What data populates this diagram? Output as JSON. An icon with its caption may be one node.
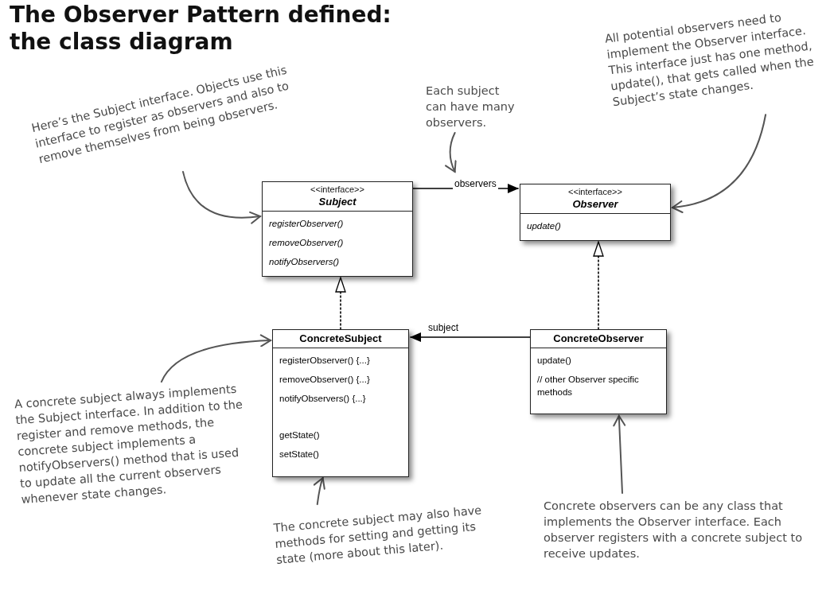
{
  "diagram": {
    "title": "The Observer Pattern defined: the class diagram",
    "nodes": [
      {
        "text": [
          "<<interface>>",
          "Subject",
          "registerObserver()",
          "removeObserver()",
          "notifyObservers()"
        ]
      },
      {
        "text": [
          "<<interface>>",
          "Observer",
          "update()"
        ]
      },
      {
        "text": [
          "ConcreteSubject",
          "registerObserver() {...}",
          "removeObserver() {...}",
          "notifyObservers() {...}",
          "getState()",
          "setState()"
        ]
      },
      {
        "text": [
          "ConcreteObserver",
          "update()",
          "// other Observer specific methods"
        ]
      },
      {
        "text": [
          "Here’s the Subject interface. Objects use this interface to register as observers and also to remove themselves from being observers."
        ]
      },
      {
        "text": [
          "Each subject can have many observers."
        ]
      },
      {
        "text": [
          "All potential observers need to implement the Observer interface. This interface just has one method, update(), that gets called when the Subject’s state changes."
        ]
      },
      {
        "text": [
          "A concrete subject always implements the Subject interface. In addition to the register and remove methods, the concrete subject implements a notifyObservers() method that is used to update all the current observers whenever state changes."
        ]
      },
      {
        "text": [
          "The concrete subject may also have methods for setting and getting its state (more about this later)."
        ]
      },
      {
        "text": [
          "Concrete observers can be any class that implements the Observer interface. Each observer registers with a concrete subject to receive updates."
        ]
      }
    ],
    "edges": [
      {
        "from": 0,
        "to": 1,
        "arrow": "to",
        "label": "observers",
        "color": "#000000"
      },
      {
        "from": 3,
        "to": 2,
        "arrow": "to",
        "label": "subject",
        "color": "#000000"
      },
      {
        "from": 2,
        "to": 0,
        "arrow": "to",
        "style": "dashed",
        "color": "#000000"
      },
      {
        "from": 3,
        "to": 1,
        "arrow": "to",
        "style": "dashed",
        "color": "#000000"
      },
      {
        "from": 4,
        "to": 0,
        "arrow": "to"
      },
      {
        "from": 5,
        "to": null,
        "arrow": "to"
      },
      {
        "from": 6,
        "to": 1,
        "arrow": "to"
      },
      {
        "from": 7,
        "to": 2,
        "arrow": "to"
      },
      {
        "from": 8,
        "to": 2,
        "arrow": "to"
      },
      {
        "from": 9,
        "to": 3,
        "arrow": "to"
      }
    ]
  }
}
